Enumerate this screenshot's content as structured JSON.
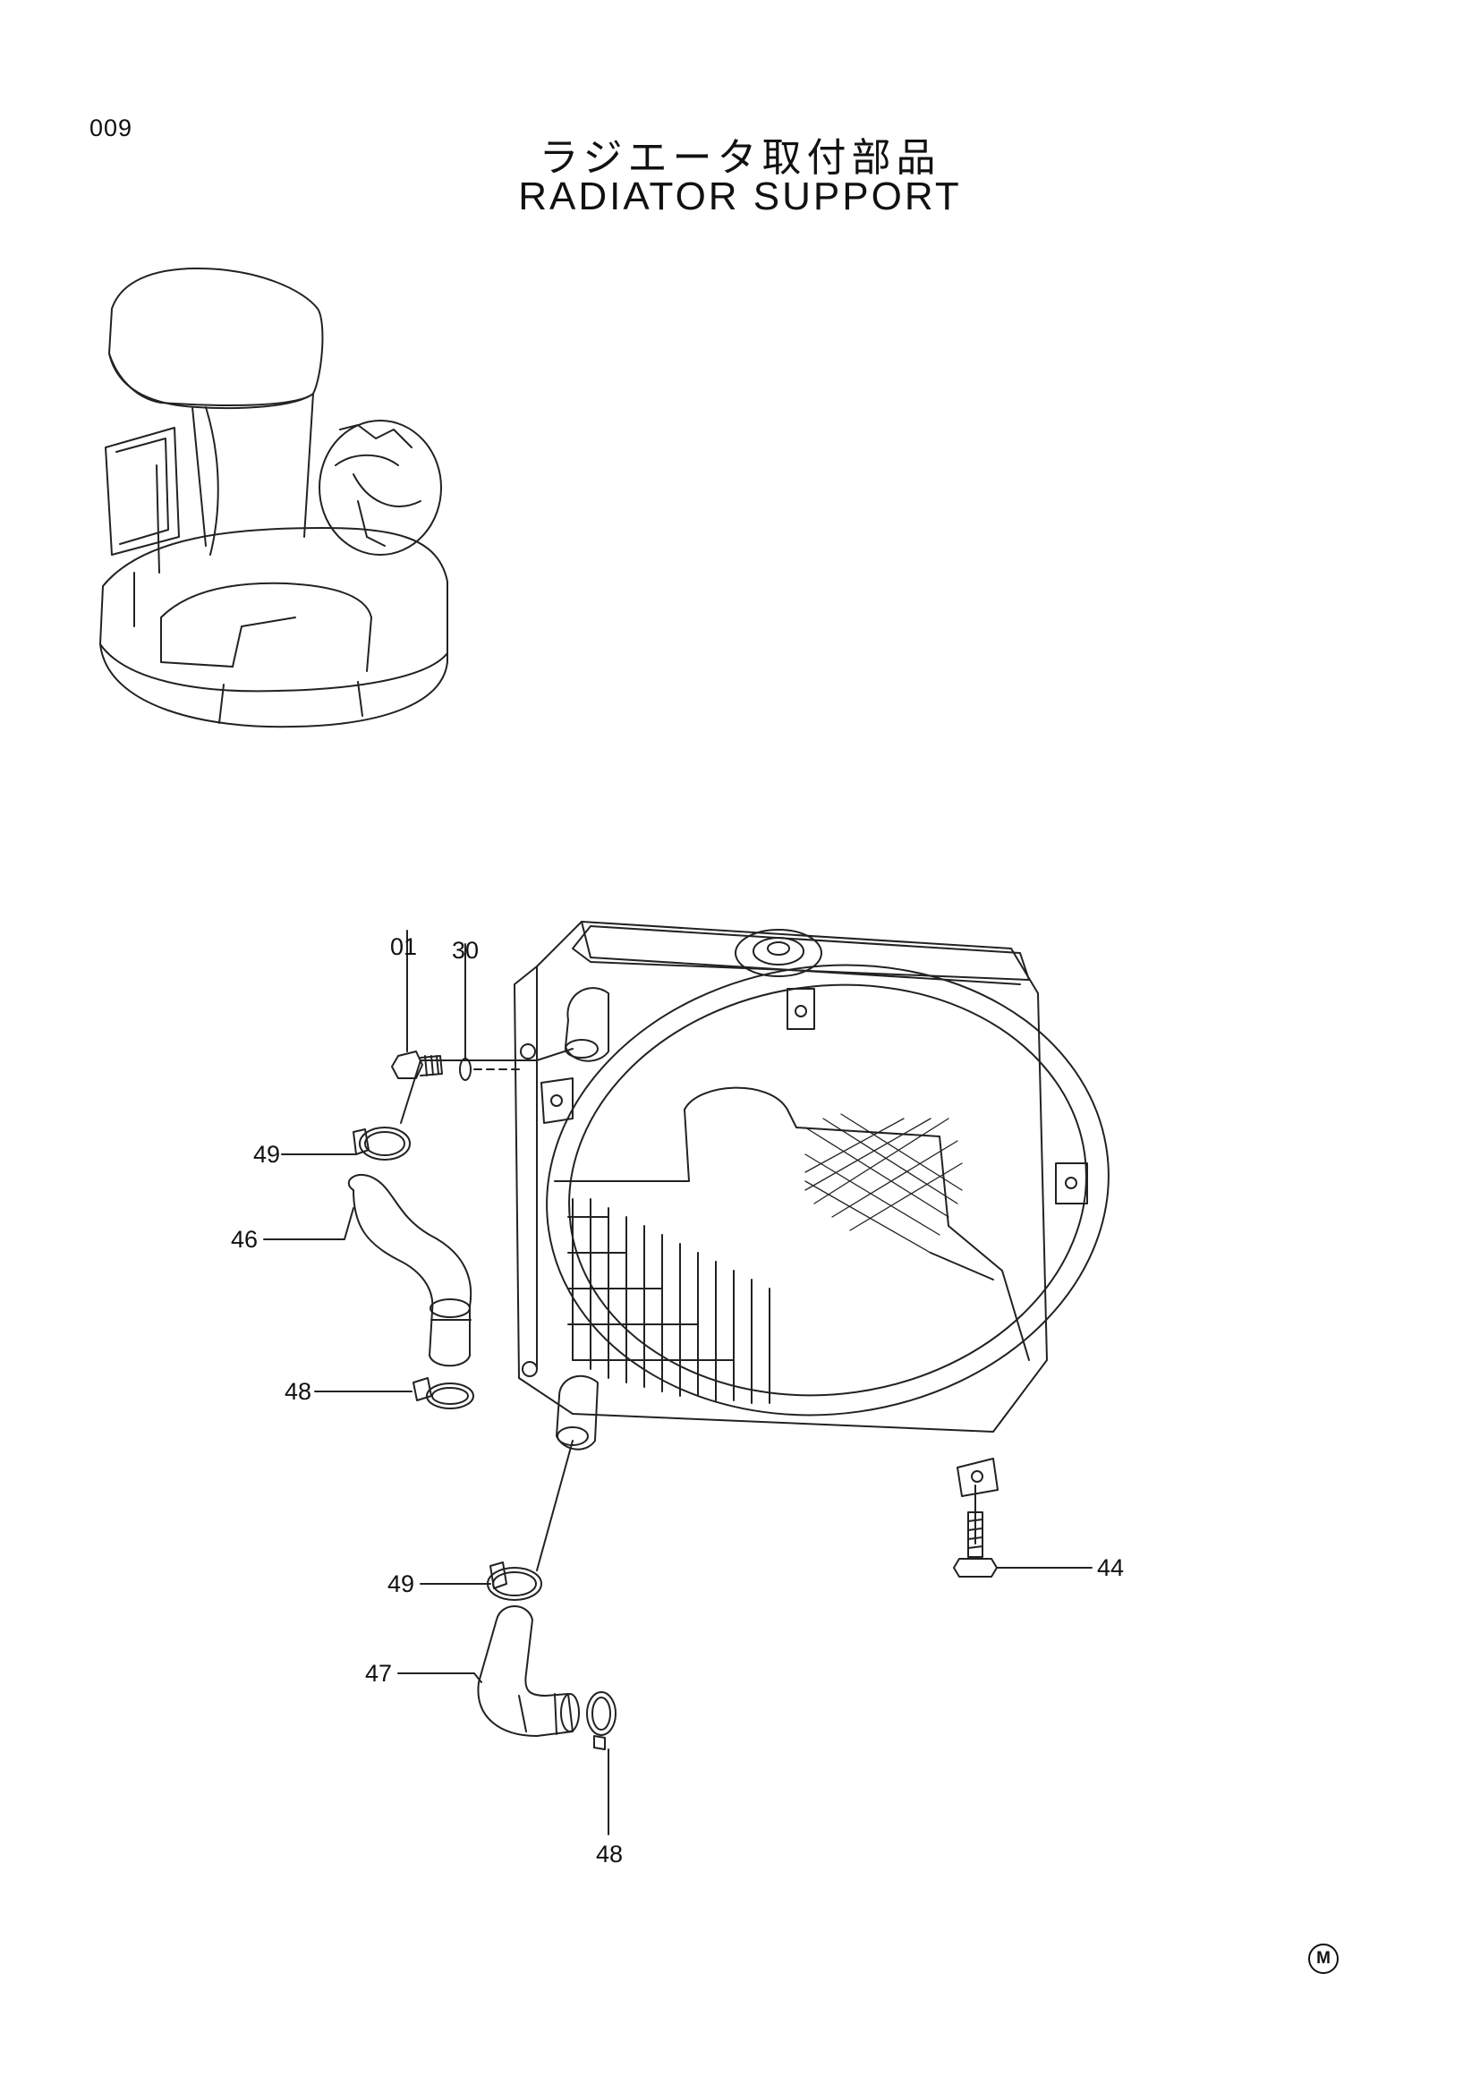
{
  "page": {
    "number": "009",
    "title_jp": "ラジエータ取付部品",
    "title_en": "RADIATOR SUPPORT",
    "mark": "M"
  },
  "callouts": [
    {
      "id": "c01",
      "label": "01"
    },
    {
      "id": "c30",
      "label": "30"
    },
    {
      "id": "c49a",
      "label": "49"
    },
    {
      "id": "c46",
      "label": "46"
    },
    {
      "id": "c48a",
      "label": "48"
    },
    {
      "id": "c49b",
      "label": "49"
    },
    {
      "id": "c47",
      "label": "47"
    },
    {
      "id": "c48b",
      "label": "48"
    },
    {
      "id": "c44",
      "label": "44"
    }
  ]
}
